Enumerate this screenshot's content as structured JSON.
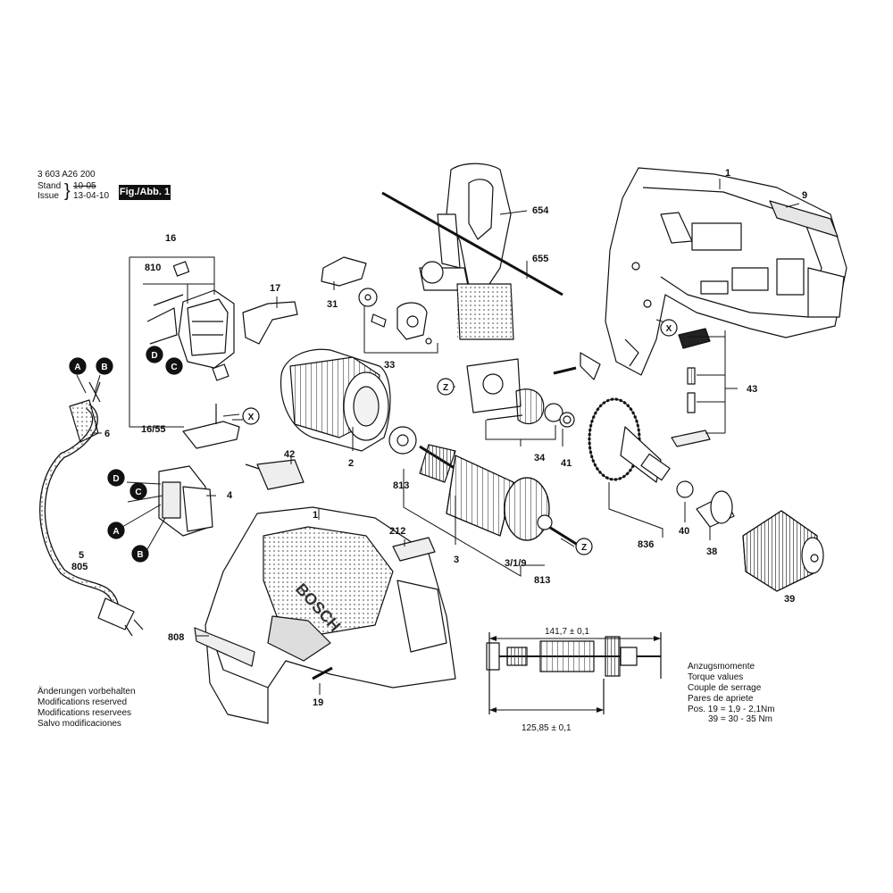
{
  "header": {
    "doc_number": "3 603 A26 200",
    "stand_label": "Stand",
    "issue_label": "Issue",
    "stand_date": "10-05",
    "issue_date": "13-04-10",
    "figure_label": "Fig./Abb. 1"
  },
  "part_labels": [
    "1",
    "9",
    "654",
    "655",
    "16",
    "810",
    "17",
    "31",
    "33",
    "43",
    "6",
    "16/55",
    "42",
    "2",
    "34",
    "41",
    "813",
    "4",
    "3",
    "3/1/9",
    "813",
    "836",
    "40",
    "38",
    "39",
    "1",
    "212",
    "5",
    "805",
    "808",
    "19"
  ],
  "callout_letters": [
    "A",
    "B",
    "C",
    "D",
    "X",
    "Z"
  ],
  "dimensions": {
    "overall_length": "141,7 ± 0,1",
    "core_length": "125,85 ± 0,1"
  },
  "torque_values": {
    "lines": [
      "Anzugsmomente",
      "Torque values",
      "Couple de serrage",
      "Pares de apriete"
    ],
    "pos_label": "Pos.",
    "rows": [
      {
        "pos": "19",
        "value": "1,9 - 2,1Nm"
      },
      {
        "pos": "39",
        "value": "30 - 35 Nm"
      }
    ]
  },
  "modifications_note": [
    "Änderungen vorbehalten",
    "Modifications reserved",
    "Modifications reservees",
    "Salvo modificaciones"
  ],
  "brand_marking": "BOSCH"
}
